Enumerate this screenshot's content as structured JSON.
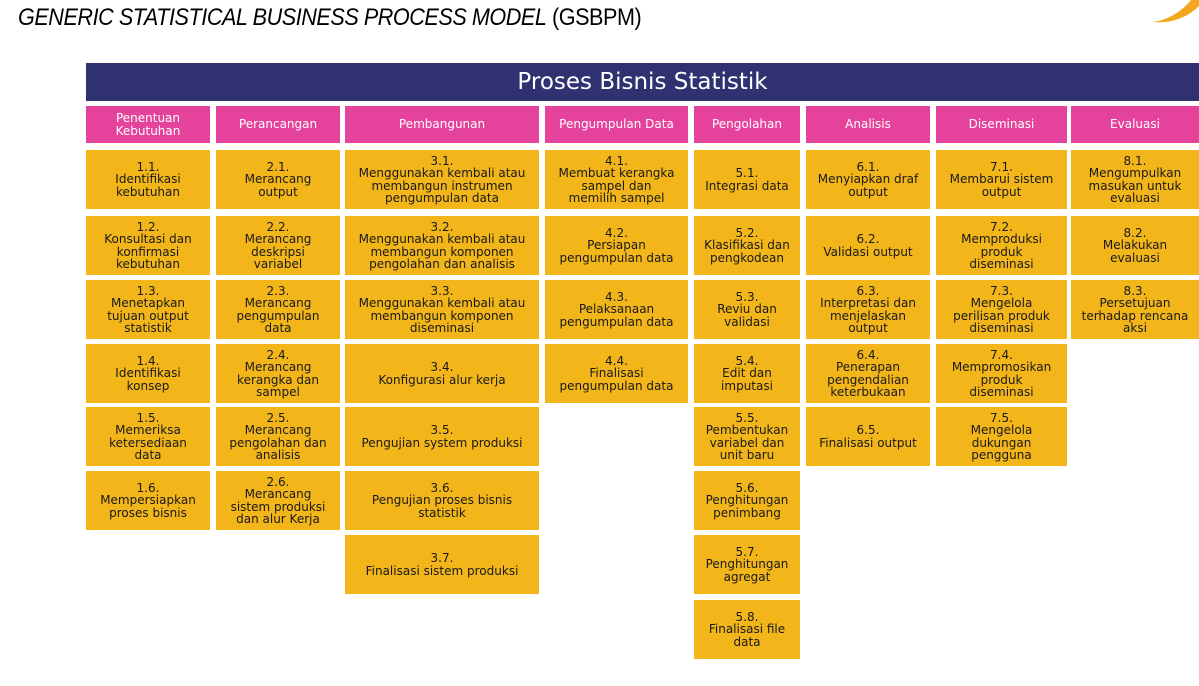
{
  "page_title_italic": "GENERIC STATISTICAL BUSINESS PROCESS MODEL",
  "page_title_rest": "(GSBPM)",
  "banner": "Proses Bisnis Statistik",
  "colors": {
    "banner": "#2f3170",
    "header": "#e5429b",
    "box": "#f2b51a"
  },
  "phases": [
    {
      "name": "Penentuan\nKebutuhan",
      "steps": [
        {
          "num": "1.1.",
          "label": "Identifikasi\nkebutuhan"
        },
        {
          "num": "1.2.",
          "label": "Konsultasi dan\nkonfirmasi\nkebutuhan"
        },
        {
          "num": "1.3.",
          "label": "Menetapkan\ntujuan output\nstatistik"
        },
        {
          "num": "1.4.",
          "label": "Identifikasi\nkonsep"
        },
        {
          "num": "1.5.",
          "label": "Memeriksa\nketersediaan\ndata"
        },
        {
          "num": "1.6.",
          "label": "Mempersiapkan\nproses bisnis"
        }
      ]
    },
    {
      "name": "Perancangan",
      "steps": [
        {
          "num": "2.1.",
          "label": "Merancang\noutput"
        },
        {
          "num": "2.2.",
          "label": "Merancang\ndeskripsi\nvariabel"
        },
        {
          "num": "2.3.",
          "label": "Merancang\npengumpulan\ndata"
        },
        {
          "num": "2.4.",
          "label": "Merancang\nkerangka dan\nsampel"
        },
        {
          "num": "2.5.",
          "label": "Merancang\npengolahan dan\nanalisis"
        },
        {
          "num": "2.6.",
          "label": "Merancang\nsistem produksi\ndan alur Kerja"
        }
      ]
    },
    {
      "name": "Pembangunan",
      "steps": [
        {
          "num": "3.1.",
          "label": "Menggunakan kembali atau\nmembangun instrumen\npengumpulan data"
        },
        {
          "num": "3.2.",
          "label": "Menggunakan kembali atau\nmembangun komponen\npengolahan dan analisis"
        },
        {
          "num": "3.3.",
          "label": "Menggunakan kembali atau\nmembangun komponen\ndiseminasi"
        },
        {
          "num": "3.4.",
          "label": "Konfigurasi alur kerja"
        },
        {
          "num": "3.5.",
          "label": "Pengujian system produksi"
        },
        {
          "num": "3.6.",
          "label": "Pengujian proses bisnis\nstatistik"
        },
        {
          "num": "3.7.",
          "label": "Finalisasi sistem produksi"
        }
      ]
    },
    {
      "name": "Pengumpulan Data",
      "steps": [
        {
          "num": "4.1.",
          "label": "Membuat kerangka\nsampel dan\nmemilih sampel"
        },
        {
          "num": "4.2.",
          "label": "Persiapan\npengumpulan data"
        },
        {
          "num": "4.3.",
          "label": "Pelaksanaan\npengumpulan data"
        },
        {
          "num": "4.4.",
          "label": "Finalisasi\npengumpulan data"
        }
      ]
    },
    {
      "name": "Pengolahan",
      "steps": [
        {
          "num": "5.1.",
          "label": "Integrasi data"
        },
        {
          "num": "5.2.",
          "label": "Klasifikasi dan\npengkodean"
        },
        {
          "num": "5.3.",
          "label": "Reviu dan\nvalidasi"
        },
        {
          "num": "5.4.",
          "label": "Edit dan\nimputasi"
        },
        {
          "num": "5.5.",
          "label": "Pembentukan\nvariabel dan\nunit baru"
        },
        {
          "num": "5.6.",
          "label": "Penghitungan\npenimbang"
        },
        {
          "num": "5.7.",
          "label": "Penghitungan\nagregat"
        },
        {
          "num": "5.8.",
          "label": "Finalisasi file\ndata"
        }
      ]
    },
    {
      "name": "Analisis",
      "steps": [
        {
          "num": "6.1.",
          "label": "Menyiapkan draf\noutput"
        },
        {
          "num": "6.2.",
          "label": "Validasi output"
        },
        {
          "num": "6.3.",
          "label": "Interpretasi dan\nmenjelaskan\noutput"
        },
        {
          "num": "6.4.",
          "label": "Penerapan\npengendalian\nketerbukaan"
        },
        {
          "num": "6.5.",
          "label": "Finalisasi output"
        }
      ]
    },
    {
      "name": "Diseminasi",
      "steps": [
        {
          "num": "7.1.",
          "label": "Membarui sistem\noutput"
        },
        {
          "num": "7.2.",
          "label": "Memproduksi\nproduk\ndiseminasi"
        },
        {
          "num": "7.3.",
          "label": "Mengelola\nperilisan produk\ndiseminasi"
        },
        {
          "num": "7.4.",
          "label": "Mempromosikan\nproduk\ndiseminasi"
        },
        {
          "num": "7.5.",
          "label": "Mengelola\ndukungan\npengguna"
        }
      ]
    },
    {
      "name": "Evaluasi",
      "steps": [
        {
          "num": "8.1.",
          "label": "Mengumpulkan\nmasukan untuk\nevaluasi"
        },
        {
          "num": "8.2.",
          "label": "Melakukan\nevaluasi"
        },
        {
          "num": "8.3.",
          "label": "Persetujuan\nterhadap rencana\naksi"
        }
      ]
    }
  ]
}
